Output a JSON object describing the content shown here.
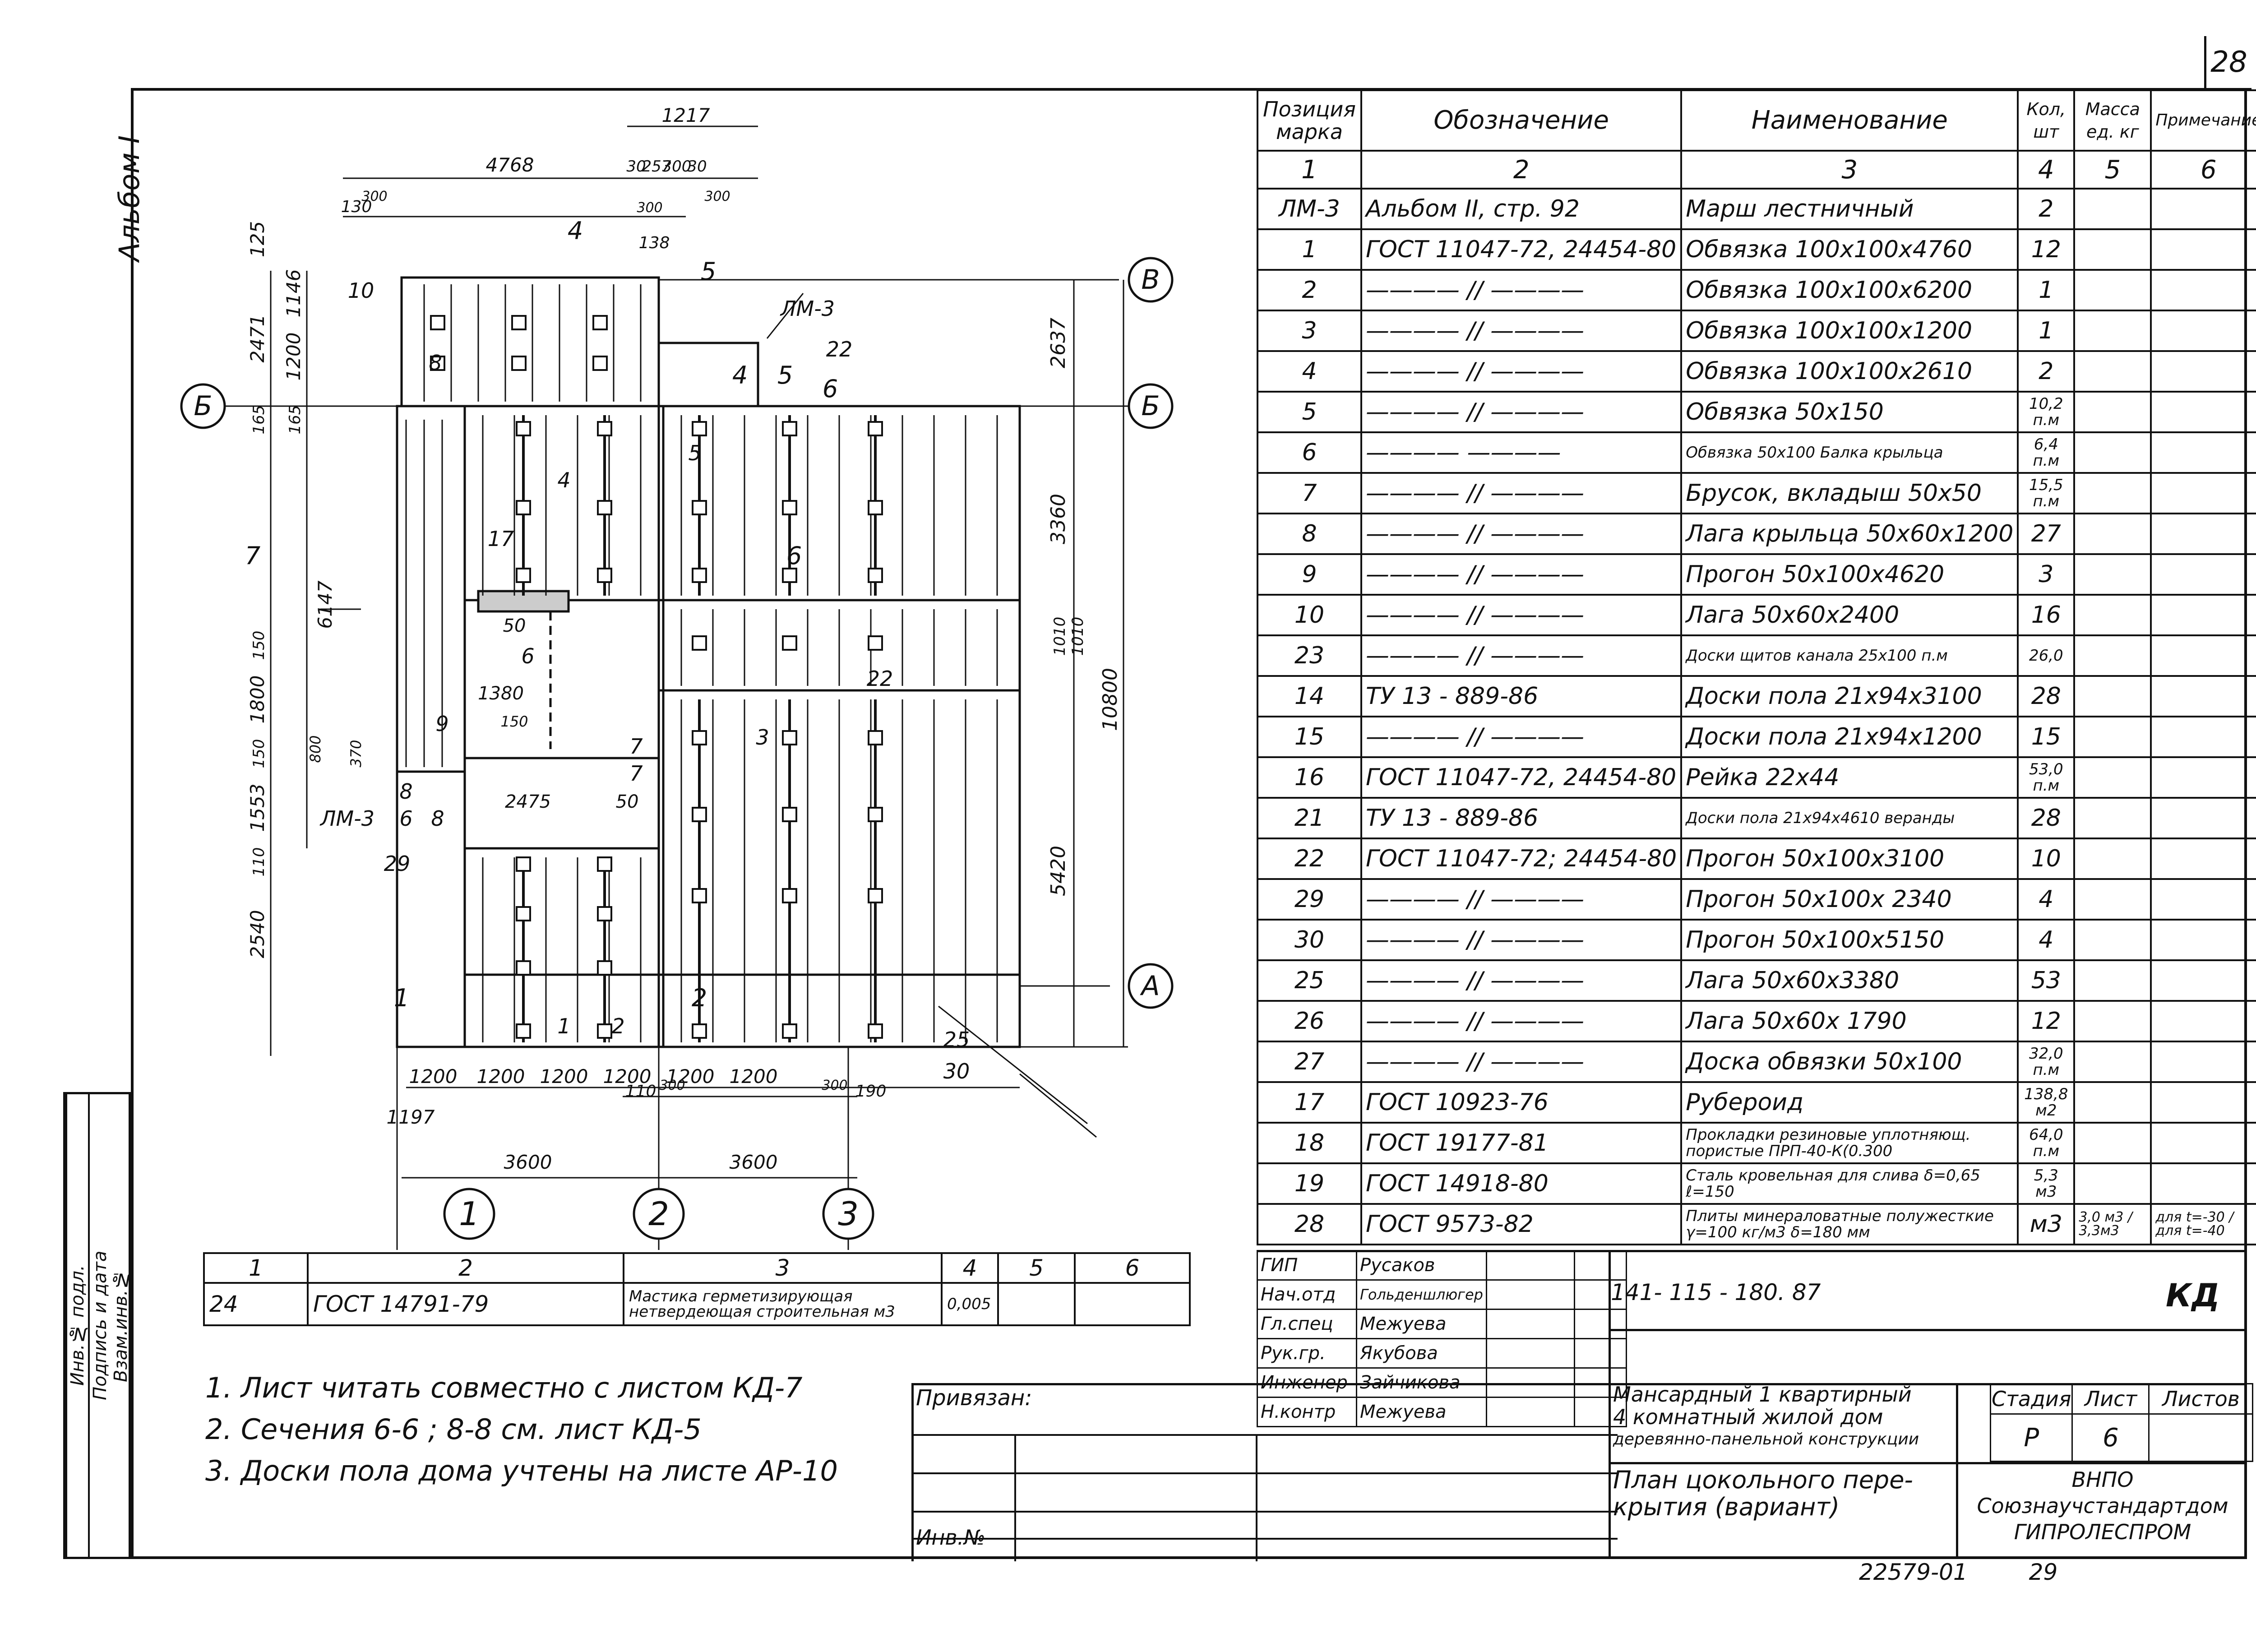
{
  "page_number": "28",
  "album_label": "Альбом I",
  "spec_table": {
    "headers": [
      "Позиция марка",
      "Обозначение",
      "Наименование",
      "Кол, шт",
      "Масса ед. кг",
      "Примечание"
    ],
    "index_row": [
      "1",
      "2",
      "3",
      "4",
      "5",
      "6"
    ],
    "rows": [
      {
        "pos": "ЛМ-3",
        "designation": "Альбом II,   стр. 92",
        "name": "Марш лестничный",
        "qty": "2",
        "mass": "",
        "note": ""
      },
      {
        "pos": "1",
        "designation": "ГОСТ 11047-72, 24454-80",
        "name": "Обвязка 100x100x4760",
        "qty": "12",
        "mass": "",
        "note": ""
      },
      {
        "pos": "2",
        "designation": "———— // ————",
        "name": "Обвязка 100x100x6200",
        "qty": "1",
        "mass": "",
        "note": ""
      },
      {
        "pos": "3",
        "designation": "———— // ————",
        "name": "Обвязка 100x100x1200",
        "qty": "1",
        "mass": "",
        "note": ""
      },
      {
        "pos": "4",
        "designation": "———— // ————",
        "name": "Обвязка 100x100x2610",
        "qty": "2",
        "mass": "",
        "note": ""
      },
      {
        "pos": "5",
        "designation": "———— // ————",
        "name": "Обвязка 50x150",
        "qty": "10,2 п.м",
        "mass": "",
        "note": ""
      },
      {
        "pos": "6",
        "designation": "———— ————",
        "name": "Обвязка 50x100 Балка крыльца",
        "qty": "6,4 п.м",
        "mass": "",
        "note": ""
      },
      {
        "pos": "7",
        "designation": "———— // ————",
        "name": "Брусок, вкладыш 50x50",
        "qty": "15,5 п.м",
        "mass": "",
        "note": ""
      },
      {
        "pos": "8",
        "designation": "———— // ————",
        "name": "Лага крыльца 50x60x1200",
        "qty": "27",
        "mass": "",
        "note": ""
      },
      {
        "pos": "9",
        "designation": "———— // ————",
        "name": "Прогон 50x100x4620",
        "qty": "3",
        "mass": "",
        "note": ""
      },
      {
        "pos": "10",
        "designation": "———— // ————",
        "name": "Лага 50x60x2400",
        "qty": "16",
        "mass": "",
        "note": ""
      },
      {
        "pos": "23",
        "designation": "———— // ————",
        "name": "Доски щитов канала 25x100 п.м",
        "qty": "26,0",
        "mass": "",
        "note": ""
      },
      {
        "pos": "14",
        "designation": "ТУ 13 - 889-86",
        "name": "Доски пола 21x94x3100",
        "qty": "28",
        "mass": "",
        "note": ""
      },
      {
        "pos": "15",
        "designation": "———— // ————",
        "name": "Доски пола 21x94x1200",
        "qty": "15",
        "mass": "",
        "note": ""
      },
      {
        "pos": "16",
        "designation": "ГОСТ 11047-72, 24454-80",
        "name": "Рейка  22x44",
        "qty": "53,0 п.м",
        "mass": "",
        "note": ""
      },
      {
        "pos": "21",
        "designation": "ТУ 13 - 889-86",
        "name": "Доски пола 21x94x4610 веранды",
        "qty": "28",
        "mass": "",
        "note": ""
      },
      {
        "pos": "22",
        "designation": "ГОСТ 11047-72; 24454-80",
        "name": "Прогон 50x100x3100",
        "qty": "10",
        "mass": "",
        "note": ""
      },
      {
        "pos": "29",
        "designation": "———— // ————",
        "name": "Прогон 50x100x 2340",
        "qty": "4",
        "mass": "",
        "note": ""
      },
      {
        "pos": "30",
        "designation": "———— // ————",
        "name": "Прогон 50x100x5150",
        "qty": "4",
        "mass": "",
        "note": ""
      },
      {
        "pos": "25",
        "designation": "———— // ————",
        "name": "Лага 50x60x3380",
        "qty": "53",
        "mass": "",
        "note": ""
      },
      {
        "pos": "26",
        "designation": "———— // ————",
        "name": "Лага 50x60x 1790",
        "qty": "12",
        "mass": "",
        "note": ""
      },
      {
        "pos": "27",
        "designation": "———— // ————",
        "name": "Доска обвязки 50x100",
        "qty": "32,0 п.м",
        "mass": "",
        "note": ""
      },
      {
        "pos": "17",
        "designation": "ГОСТ 10923-76",
        "name": "Рубероид",
        "qty": "138,8 м2",
        "mass": "",
        "note": ""
      },
      {
        "pos": "18",
        "designation": "ГОСТ 19177-81",
        "name": "Прокладки резиновые уплотняющ. пористые ПРП-40-К(0.300",
        "qty": "64,0 п.м",
        "mass": "",
        "note": ""
      },
      {
        "pos": "19",
        "designation": "ГОСТ 14918-80",
        "name": "Сталь кровельная для слива δ=0,65  ℓ=150",
        "qty": "5,3 м3",
        "mass": "",
        "note": ""
      },
      {
        "pos": "28",
        "designation": "ГОСТ 9573-82",
        "name": "Плиты минераловатные полужесткие γ=100 кг/м3  δ=180 мм",
        "qty": "м3",
        "mass": "3,0 м3 / 3,3м3",
        "note": "для t=-30 / для t=-40"
      }
    ]
  },
  "small_table": {
    "headers": [
      "1",
      "2",
      "3",
      "4",
      "5",
      "6"
    ],
    "row": [
      "24",
      "ГОСТ 14791-79",
      "Мастика герметизирующая нетвердеющая строительная м3",
      "0,005",
      "",
      ""
    ]
  },
  "notes": [
    "1. Лист читать совместно с листом  КД-7",
    "2. Сечения  6-6 ; 8-8    см.  лист  КД-5",
    "3. Доски  пола  дома  учтены  на листе  АР-10"
  ],
  "side_labels": [
    "Инв.№ подл.",
    "Подпись и дата",
    "Взам.инв.№"
  ],
  "binding": {
    "privyazan": "Привязан:",
    "inv": "Инв.№"
  },
  "signatures": [
    {
      "role": "ГИП",
      "name": "Русаков"
    },
    {
      "role": "Нач.отд",
      "name": "Гольденшлюгер"
    },
    {
      "role": "Гл.спец",
      "name": "Межуева"
    },
    {
      "role": "Рук.гр.",
      "name": "Якубова"
    },
    {
      "role": "Инженер",
      "name": "Зайчикова"
    },
    {
      "role": "Н.контр",
      "name": "Межуева"
    }
  ],
  "doc_code": "141- 115 - 180. 87",
  "doc_mark": "КД",
  "project_title": [
    "Мансардный 1 квартирный",
    "4 комнатный жилой дом",
    "деревянно-панельной конструкции"
  ],
  "sheet_title": "План цокольного пере-крытия (вариант)",
  "stage": {
    "headers": [
      "Стадия",
      "Лист",
      "Листов"
    ],
    "values": [
      "Р",
      "6",
      ""
    ]
  },
  "organization": [
    "ВНПО",
    "Союзнаучстандартдом",
    "ГИПРОЛЕСПРОМ"
  ],
  "bottom_code": "22579-01",
  "bottom_page": "29",
  "plan": {
    "axes": [
      "1",
      "2",
      "3",
      "А",
      "Б",
      "Б",
      "В"
    ],
    "dims_top": [
      "4768",
      "1217",
      "130",
      "300",
      "30",
      "257",
      "300",
      "30",
      "300",
      "300",
      "138"
    ],
    "dims_left": [
      "125",
      "1146",
      "1200",
      "2471",
      "165",
      "165",
      "6147",
      "150",
      "1800",
      "150",
      "1553",
      "110",
      "2540"
    ],
    "dims_right": [
      "2637",
      "3360",
      "10800",
      "5420",
      "1010",
      "1010"
    ],
    "dims_bottom": [
      "1200",
      "1200",
      "1200",
      "1200",
      "1200",
      "1200",
      "1197",
      "3600",
      "3600",
      "110",
      "300",
      "300",
      "190"
    ],
    "inner_dims": [
      "50",
      "1380",
      "150",
      "2475",
      "50",
      "800",
      "370"
    ],
    "labels": [
      "10",
      "8",
      "ЛМ-3",
      "22",
      "17",
      "5",
      "4",
      "6",
      "7",
      "9",
      "3",
      "2",
      "1",
      "25",
      "30",
      "29",
      "ЛМ-3",
      "6",
      "8",
      "8",
      "7",
      "22"
    ],
    "section_marks": [
      "4",
      "5",
      "5",
      "4",
      "6",
      "6",
      "7",
      "1",
      "2"
    ]
  }
}
